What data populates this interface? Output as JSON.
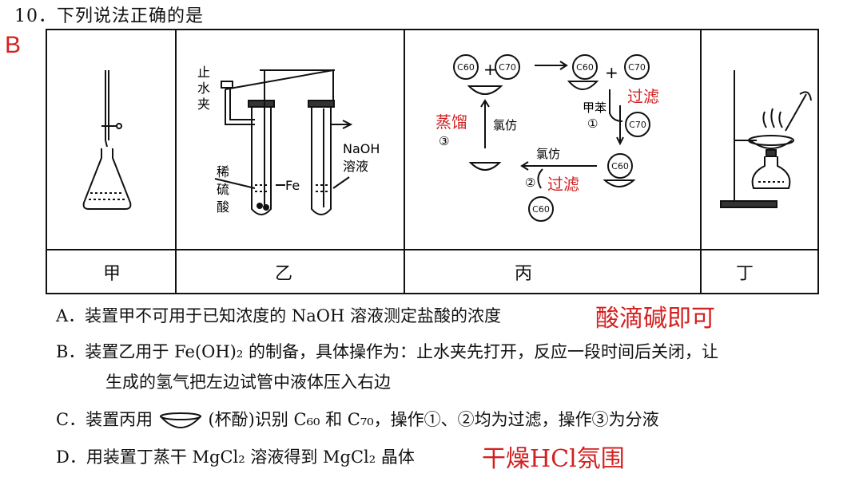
{
  "question": {
    "title": "10．下列说法正确的是",
    "answer": "B"
  },
  "panels": {
    "labels": [
      "甲",
      "乙",
      "丙",
      "丁"
    ],
    "yi": {
      "clamp": [
        "止",
        "水",
        "夹"
      ],
      "acid": [
        "稀",
        "硫",
        "酸"
      ],
      "fe": "Fe",
      "naoh": "NaOH",
      "sol": "溶液"
    },
    "bing": {
      "c60": "C60",
      "c70": "C70",
      "toluene": "甲苯",
      "step1": "①",
      "filter1": "过滤",
      "distill": "蒸馏",
      "step3": "③",
      "chloroform1": "氯仿",
      "chloroform2": "氯仿",
      "step2": "②",
      "filter2": "过滤"
    }
  },
  "options": [
    {
      "id": "A",
      "lines": [
        "A．装置甲不可用于已知浓度的 NaOH 溶液测定盐酸的浓度"
      ],
      "note": "酸滴碱即可"
    },
    {
      "id": "B",
      "lines": [
        "B．装置乙用于 Fe(OH)₂ 的制备，具体操作为：止水夹先打开，反应一段时间后关闭，让",
        "生成的氢气把左边试管中液体压入右边"
      ],
      "note": ""
    },
    {
      "id": "C",
      "pre": "C．装置丙用",
      "post": "(杯酚)识别 C₆₀ 和 C₇₀，操作①、②均为过滤，操作③为分液",
      "note": ""
    },
    {
      "id": "D",
      "lines": [
        "D．用装置丁蒸干 MgCl₂ 溶液得到 MgCl₂ 晶体"
      ],
      "note": "干燥HCl氛围"
    }
  ]
}
